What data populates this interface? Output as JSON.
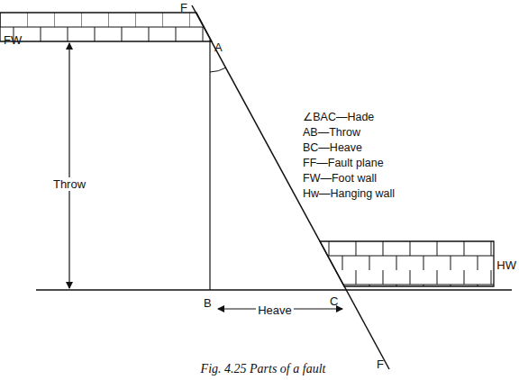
{
  "diagram": {
    "caption": "Fig. 4.25 Parts of a fault",
    "labels": [
      "F",
      "FW",
      "A",
      "Throw",
      "B",
      "Heave",
      "C",
      "HW",
      "F",
      "∠BAC—Hade",
      "AB—Throw",
      "BC—Heave",
      "FF—Fault plane",
      "FW—Foot wall",
      "Hw—Hanging wall"
    ]
  }
}
